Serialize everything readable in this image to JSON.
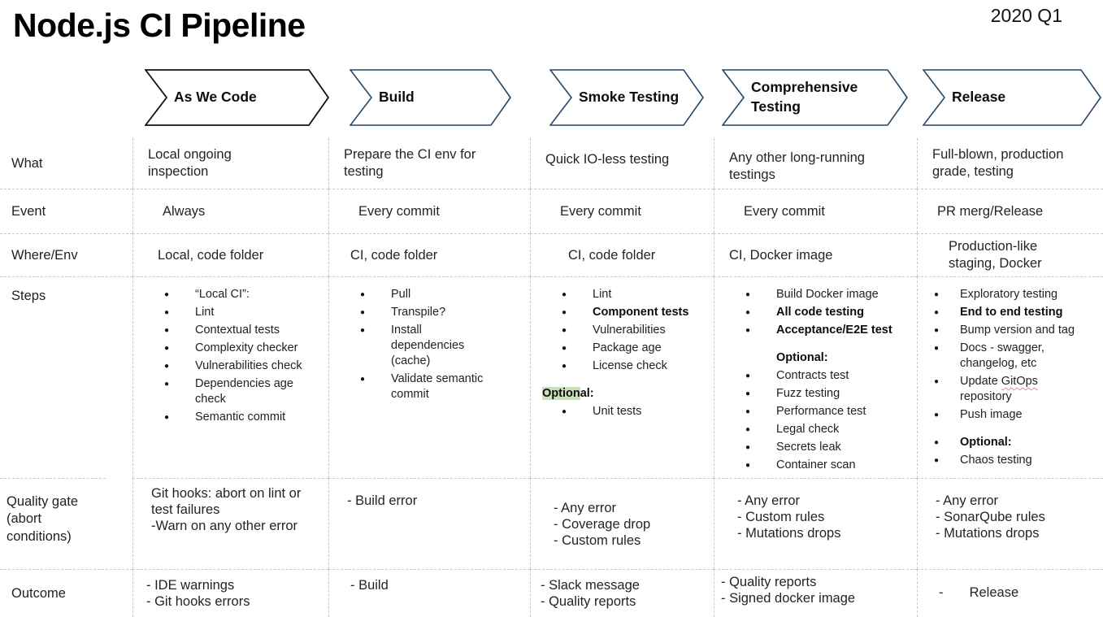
{
  "title": "Node.js CI Pipeline",
  "date_label": "2020 Q1",
  "colors": {
    "stage1_border": "#111111",
    "stage_border": "#24466b",
    "grid_line": "#c9c9c9",
    "highlight_green": "#c9e0ba",
    "squiggle_red": "#e08a8a"
  },
  "stages": [
    {
      "label": "As We Code"
    },
    {
      "label": "Build"
    },
    {
      "label": "Smoke Testing"
    },
    {
      "label": "Comprehensive Testing"
    },
    {
      "label": "Release"
    }
  ],
  "rows": {
    "what": {
      "label": "What",
      "cells": [
        "Local ongoing inspection",
        "Prepare the CI env for testing",
        "Quick IO-less testing",
        "Any other long-running testings",
        "Full-blown, production grade, testing"
      ]
    },
    "event": {
      "label": "Event",
      "cells": [
        "Always",
        "Every commit",
        "Every commit",
        "Every commit",
        "PR merg/Release"
      ]
    },
    "where": {
      "label": "Where/Env",
      "cells": [
        "Local, code folder",
        "CI, code folder",
        "CI, code folder",
        "CI, Docker image",
        "Production-like staging, Docker"
      ]
    },
    "steps": {
      "label": "Steps",
      "cells": [
        [
          {
            "text": "“Local CI”:",
            "bullet": true
          },
          {
            "text": "Lint",
            "bullet": true
          },
          {
            "text": "Contextual tests",
            "bullet": true
          },
          {
            "text": "Complexity checker",
            "bullet": true
          },
          {
            "text": "Vulnerabilities check",
            "bullet": true
          },
          {
            "text": "Dependencies age check",
            "bullet": true
          },
          {
            "text": "Semantic commit",
            "bullet": true
          }
        ],
        [
          {
            "text": "Pull",
            "bullet": true
          },
          {
            "text": "Transpile?",
            "bullet": true
          },
          {
            "text": "Install dependencies (cache)",
            "bullet": true
          },
          {
            "text": "Validate semantic commit",
            "bullet": true
          }
        ],
        [
          {
            "text": "Lint",
            "bullet": true
          },
          {
            "text": "Component tests",
            "bullet": true,
            "bold": true
          },
          {
            "text": "Vulnerabilities",
            "bullet": true
          },
          {
            "text": "Package age",
            "bullet": true
          },
          {
            "text": "License check",
            "bullet": true
          },
          {
            "text": "Optional:",
            "bullet": false,
            "bold": true,
            "gap": true,
            "outdent": true,
            "highlight": true
          },
          {
            "text": "Unit tests",
            "bullet": true
          }
        ],
        [
          {
            "text": "Build Docker image",
            "bullet": true
          },
          {
            "text": "All code testing",
            "bullet": true,
            "bold": true
          },
          {
            "text": "Acceptance/E2E test",
            "bullet": true,
            "bold": true
          },
          {
            "text": "Optional:",
            "bullet": false,
            "bold": true,
            "gap": true,
            "indent": true
          },
          {
            "text": "Contracts test",
            "bullet": true
          },
          {
            "text": "Fuzz testing",
            "bullet": true
          },
          {
            "text": "Performance test",
            "bullet": true
          },
          {
            "text": "Legal check",
            "bullet": true
          },
          {
            "text": "Secrets leak",
            "bullet": true
          },
          {
            "text": "Container scan",
            "bullet": true
          }
        ],
        [
          {
            "text": "Exploratory testing",
            "bullet": true
          },
          {
            "text": "End to end testing",
            "bullet": true,
            "bold": true
          },
          {
            "text": "Bump version and tag",
            "bullet": true
          },
          {
            "text": "Docs - swagger, changelog, etc",
            "bullet": true
          },
          {
            "text": "Update GitOps repository",
            "bullet": true,
            "squiggle": "GitOps"
          },
          {
            "text": "Push image",
            "bullet": true
          },
          {
            "text": "Optional:",
            "bullet": true,
            "bold": true,
            "gap": true
          },
          {
            "text": "Chaos testing",
            "bullet": true
          }
        ]
      ]
    },
    "quality": {
      "label": "Quality gate (abort conditions)",
      "cells": [
        "Git hooks: abort on lint or test failures\n-Warn on any other error",
        "- Build error",
        "- Any error\n- Coverage drop\n- Custom rules",
        "- Any error\n- Custom rules\n- Mutations drops",
        "- Any error\n- SonarQube rules\n- Mutations drops"
      ]
    },
    "outcome": {
      "label": "Outcome",
      "cells": [
        "- IDE warnings\n- Git hooks errors",
        "- Build",
        "- Slack message\n- Quality reports",
        "- Quality reports\n- Signed docker image",
        "-       Release"
      ]
    }
  }
}
